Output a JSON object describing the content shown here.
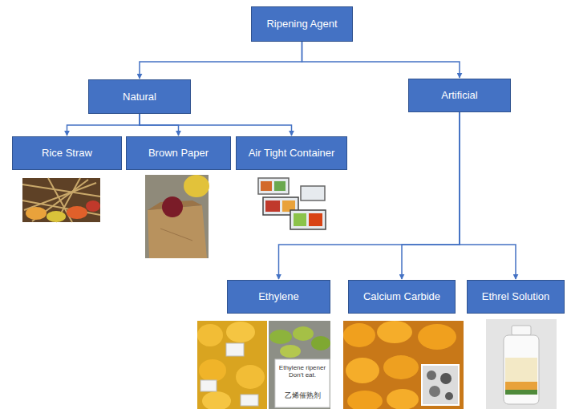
{
  "diagram": {
    "nodes": [
      {
        "text": [
          "Ripening Agent"
        ]
      },
      {
        "text": [
          "Natural"
        ]
      },
      {
        "text": [
          "Artificial"
        ]
      },
      {
        "text": [
          "Rice Straw"
        ]
      },
      {
        "text": [
          "Brown Paper"
        ]
      },
      {
        "text": [
          "Air Tight Container"
        ]
      },
      {
        "text": [
          "Ethylene"
        ]
      },
      {
        "text": [
          "Calcium Carbide"
        ]
      },
      {
        "text": [
          "Ethrel Solution"
        ]
      }
    ],
    "edges": [
      {
        "from": 0,
        "to": 1,
        "arrow": "to"
      },
      {
        "from": 0,
        "to": 2,
        "arrow": "to"
      },
      {
        "from": 1,
        "to": 3,
        "arrow": "to"
      },
      {
        "from": 1,
        "to": 4,
        "arrow": "to"
      },
      {
        "from": 1,
        "to": 5,
        "arrow": "to"
      },
      {
        "from": 2,
        "to": 6,
        "arrow": "to"
      },
      {
        "from": 2,
        "to": 7,
        "arrow": "to"
      },
      {
        "from": 2,
        "to": 8,
        "arrow": "to"
      }
    ],
    "labels": [
      "Ethylene ripener Don't eat.",
      "乙烯催熟剂"
    ]
  }
}
